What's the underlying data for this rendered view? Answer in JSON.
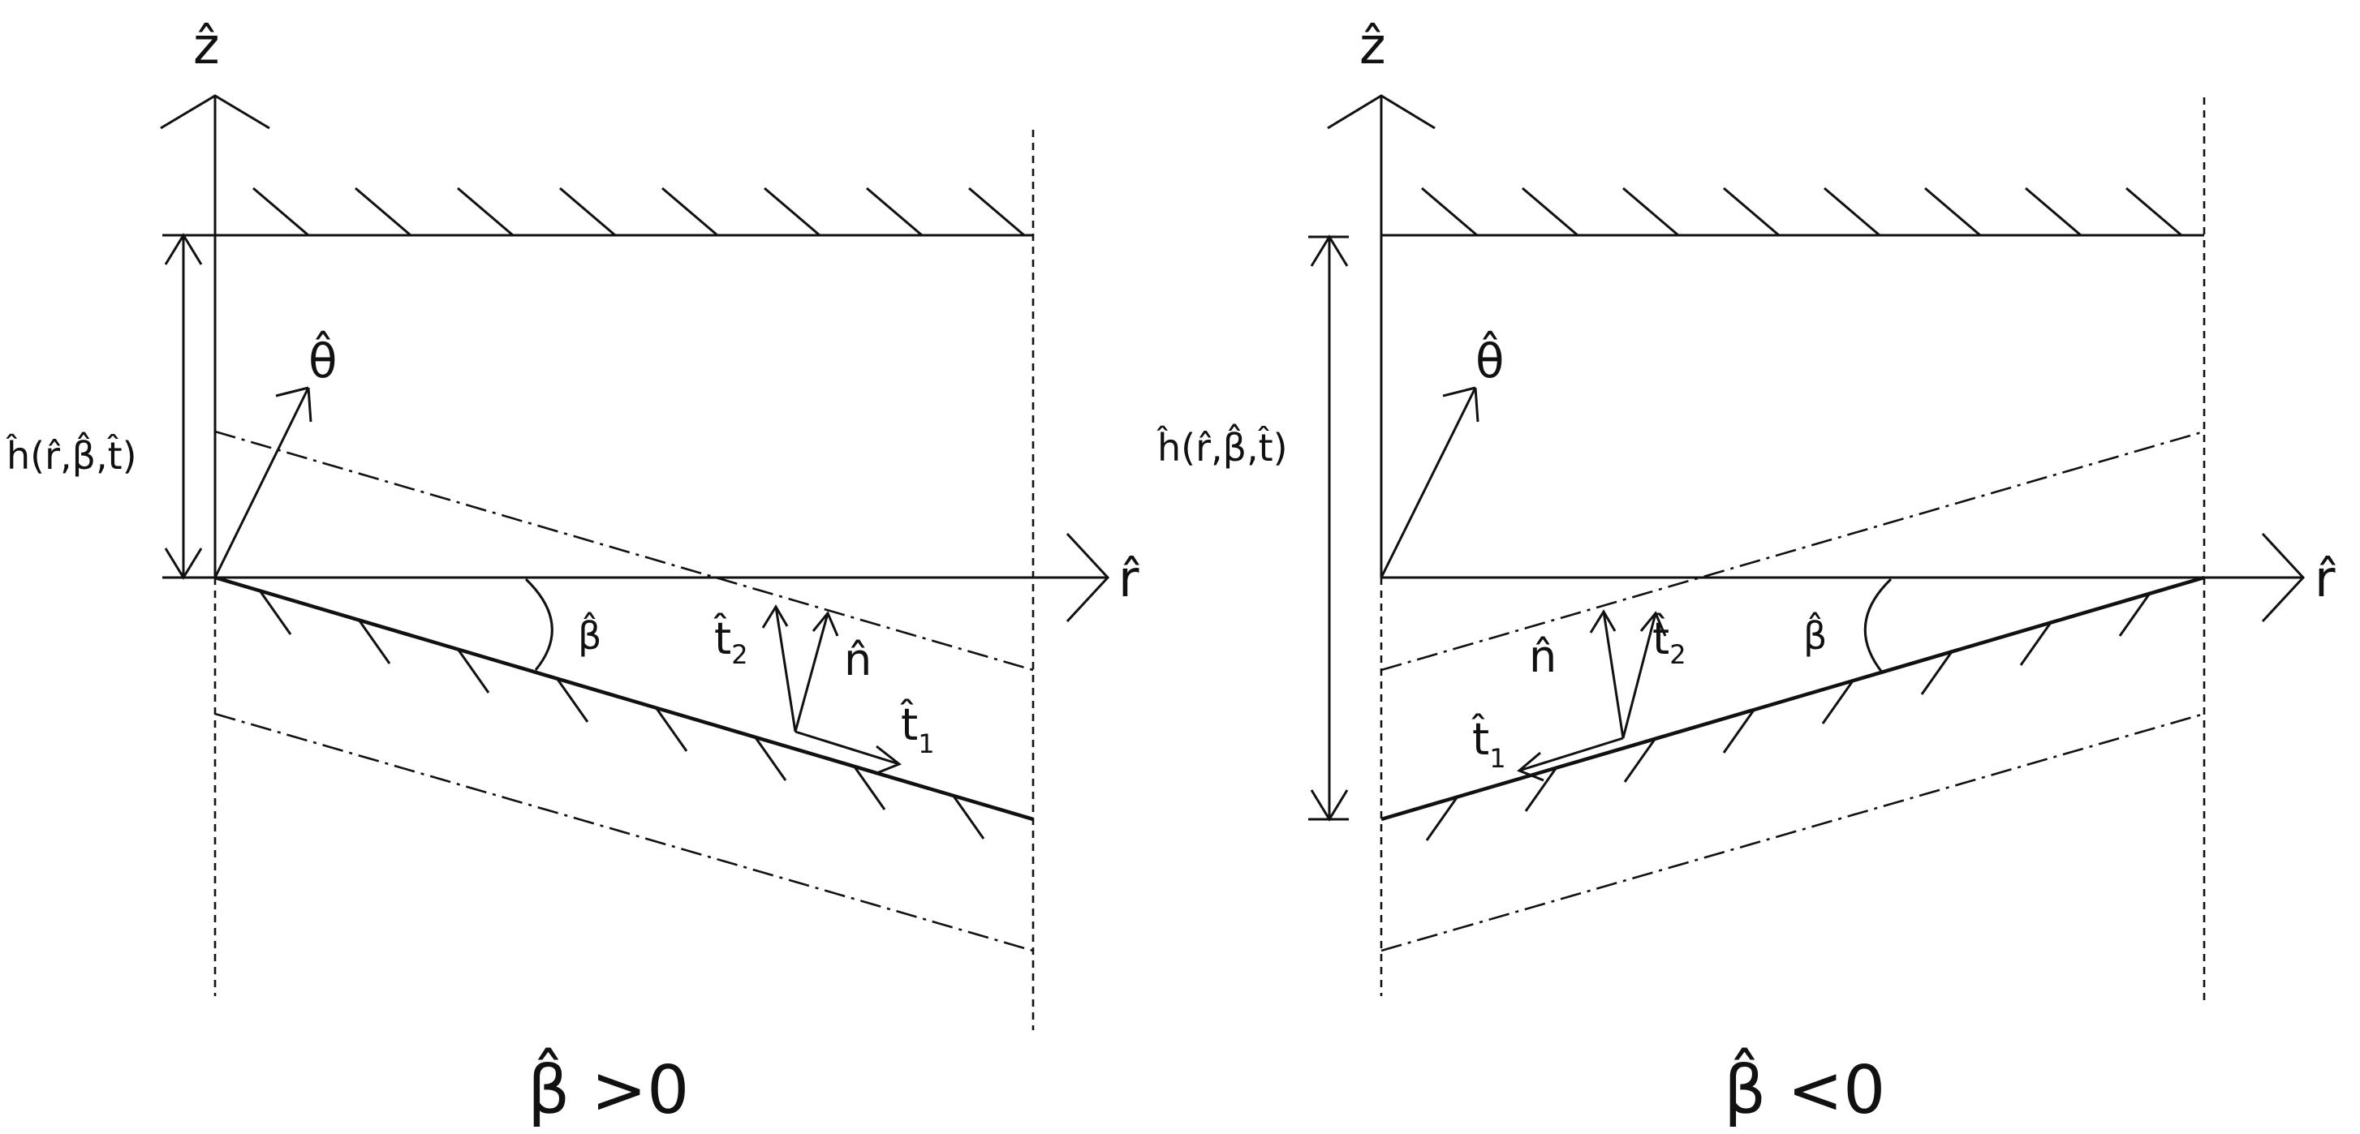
{
  "panels": [
    {
      "caption": "β̂ >0",
      "labels": {
        "z_axis": "ẑ",
        "r_axis": "r̂",
        "theta": "θ̂",
        "height": "ĥ(r̂,β̂,t̂)",
        "angle": "β̂",
        "t1": "t̂",
        "t1_sub": "1",
        "t2": "t̂",
        "t2_sub": "2",
        "n": "n̂"
      }
    },
    {
      "caption": "β̂ <0",
      "labels": {
        "z_axis": "ẑ",
        "r_axis": "r̂",
        "theta": "θ̂",
        "height": "ĥ(r̂,β̂,t̂)",
        "angle": "β̂",
        "t1": "t̂",
        "t1_sub": "1",
        "t2": "t̂",
        "t2_sub": "2",
        "n": "n̂"
      }
    }
  ]
}
